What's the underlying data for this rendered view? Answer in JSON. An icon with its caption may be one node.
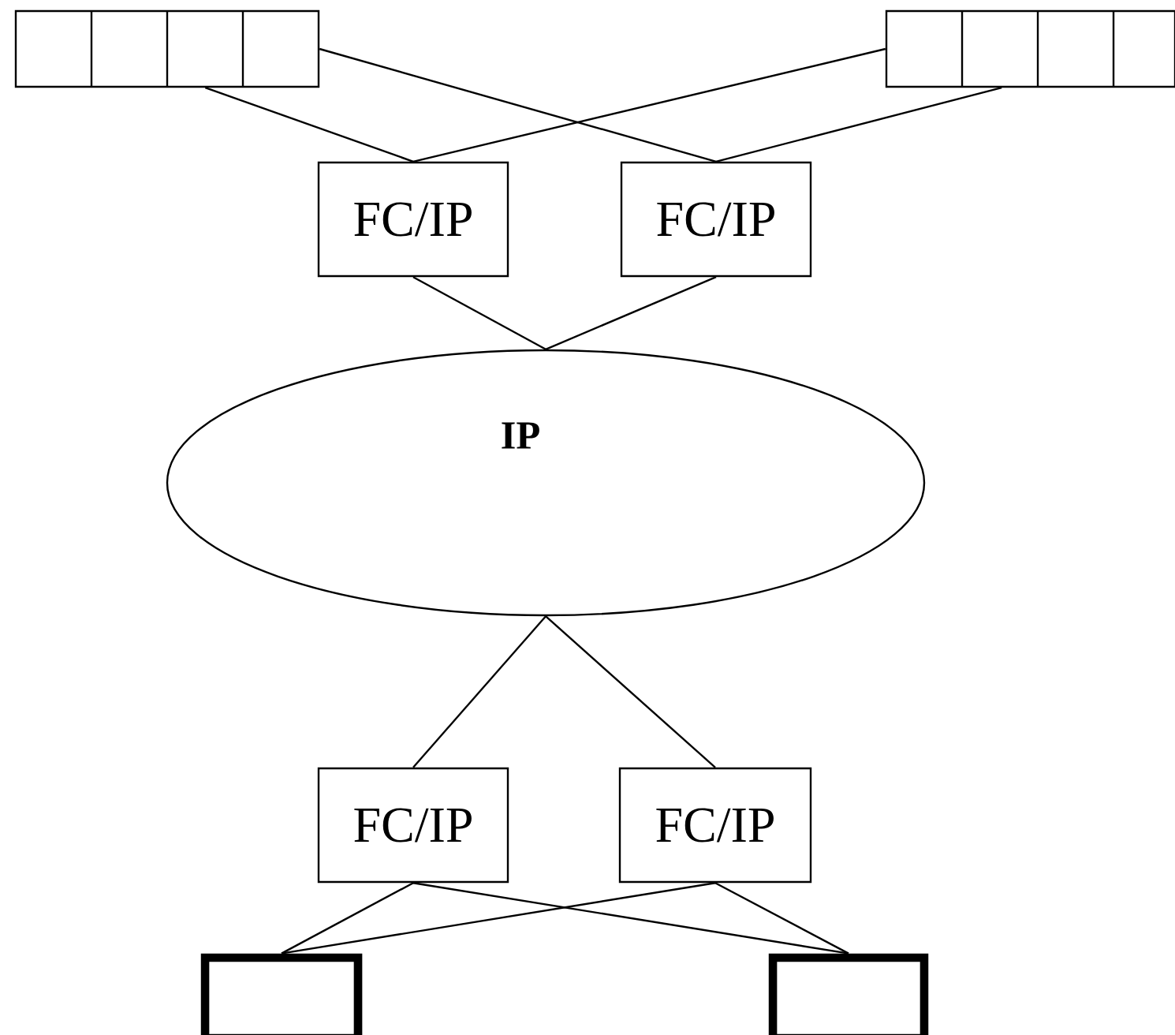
{
  "diagram": {
    "nodes": [
      {
        "text": [],
        "shape": "box"
      },
      {
        "text": [],
        "shape": "box"
      },
      {
        "text": [
          "FC/IP"
        ]
      },
      {
        "text": [
          "FC/IP"
        ]
      },
      {
        "text": [
          "IP"
        ]
      },
      {
        "text": [
          "FC/IP"
        ]
      },
      {
        "text": [
          "FC/IP"
        ]
      },
      {
        "text": [],
        "shape": "box"
      },
      {
        "text": [],
        "shape": "box"
      }
    ],
    "edges": [
      {
        "from": 0,
        "to": 2,
        "arrow": "none"
      },
      {
        "from": 0,
        "to": 3,
        "arrow": "none"
      },
      {
        "from": 1,
        "to": 2,
        "arrow": "none"
      },
      {
        "from": 1,
        "to": 3,
        "arrow": "none"
      },
      {
        "from": 2,
        "to": 4,
        "arrow": "none"
      },
      {
        "from": 3,
        "to": 4,
        "arrow": "none"
      },
      {
        "from": 4,
        "to": 5,
        "arrow": "none"
      },
      {
        "from": 4,
        "to": 6,
        "arrow": "none"
      },
      {
        "from": 5,
        "to": 7,
        "arrow": "none"
      },
      {
        "from": 5,
        "to": 8,
        "arrow": "none"
      },
      {
        "from": 6,
        "to": 7,
        "arrow": "none"
      },
      {
        "from": 6,
        "to": 8,
        "arrow": "none"
      }
    ]
  }
}
